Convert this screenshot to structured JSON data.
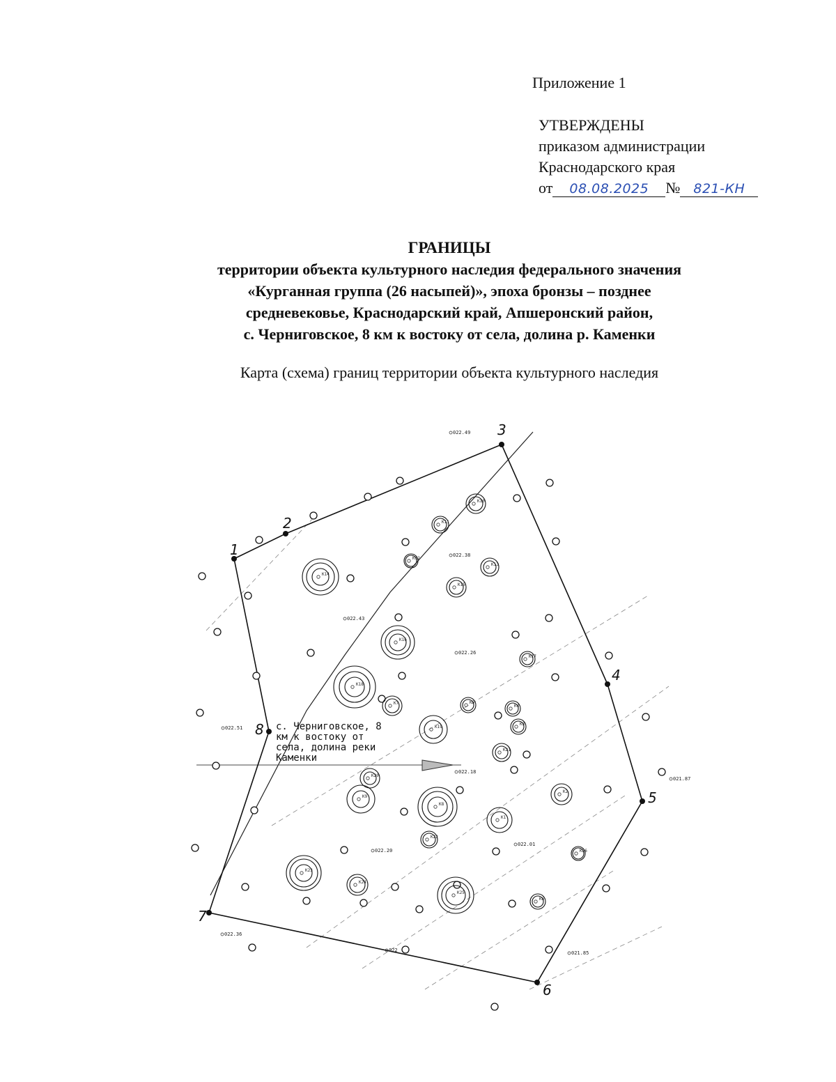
{
  "header": {
    "appendix": "Приложение 1",
    "approved": "УТВЕРЖДЕНЫ",
    "by_order": "приказом администрации",
    "region": "Краснодарского края",
    "from_label": "от",
    "date_handwritten": "08.08.2025",
    "number_label": "№",
    "number_handwritten": "821-КН"
  },
  "title": {
    "main": "ГРАНИЦЫ",
    "lines": [
      "территории объекта культурного наследия федерального значения",
      "«Курганная группа (26 насыпей)», эпоха бронзы – позднее",
      "средневековье, Краснодарский край, Апшеронский район,",
      "с. Черниговское, 8 км к востоку от села, долина р. Каменки"
    ]
  },
  "subtitle": "Карта (схема) границ территории объекта культурного наследия",
  "map": {
    "callout_lines": [
      "с. Черниговское, 8",
      "км к востоку от",
      "села, долина реки",
      "Каменки"
    ],
    "boundary_points": [
      {
        "label": "1"
      },
      {
        "label": "2"
      },
      {
        "label": "3"
      },
      {
        "label": "4"
      },
      {
        "label": "5"
      },
      {
        "label": "6"
      },
      {
        "label": "7"
      },
      {
        "label": "8"
      }
    ],
    "elevations": [
      "022.49",
      "022.38",
      "022.43",
      "022.26",
      "022.51",
      "022.18",
      "021.87",
      "022.20",
      "022.01",
      "022.36",
      "022",
      "021.85"
    ],
    "mound_labels": [
      "К10",
      "К11",
      "К12",
      "К13",
      "К15",
      "К14",
      "К16",
      "К17",
      "К18",
      "К7",
      "К5",
      "К4",
      "К3",
      "К19",
      "К21",
      "К20",
      "К9",
      "К8",
      "К1",
      "К2",
      "К22",
      "К23",
      "К24",
      "К25",
      "К26",
      "К6"
    ]
  }
}
